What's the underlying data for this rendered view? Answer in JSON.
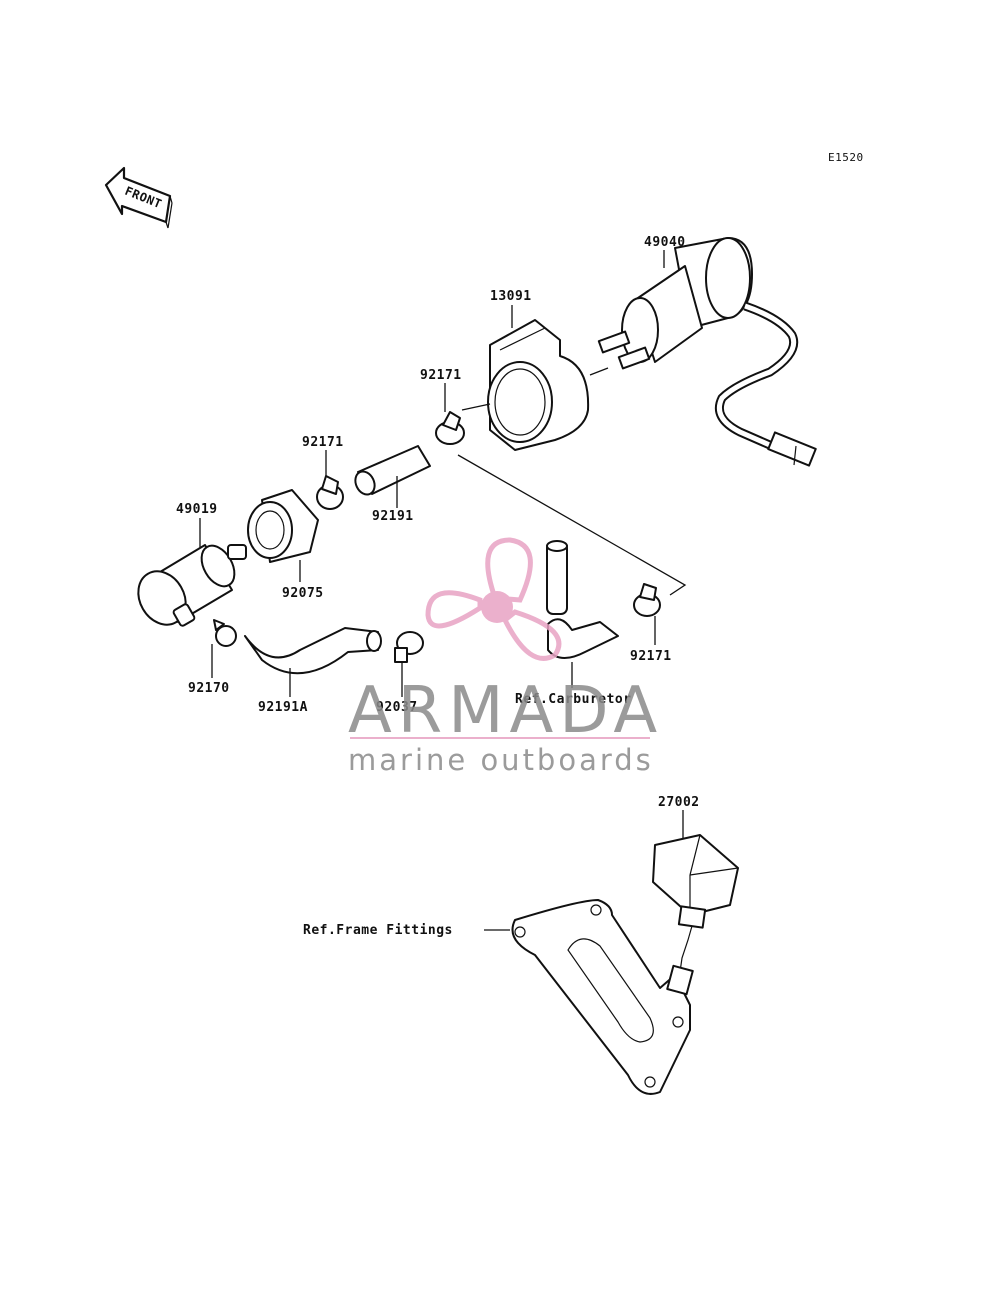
{
  "diagram_code": "E1520",
  "front_label": "FRONT",
  "parts": {
    "p49040": "49040",
    "p13091": "13091",
    "p92171_a": "92171",
    "p92171_b": "92171",
    "p92171_c": "92171",
    "p92191": "92191",
    "p49019": "49019",
    "p92075": "92075",
    "p92170": "92170",
    "p92191A": "92191A",
    "p92037": "92037",
    "p27002": "27002"
  },
  "refs": {
    "carburetor": "Ref.Carburetor",
    "frame_fittings": "Ref.Frame Fittings"
  },
  "watermark": {
    "brand": "ARMADA",
    "tagline": "marine outboards",
    "accent_color": "#e8a3c4",
    "text_color": "#8a8a8a"
  }
}
